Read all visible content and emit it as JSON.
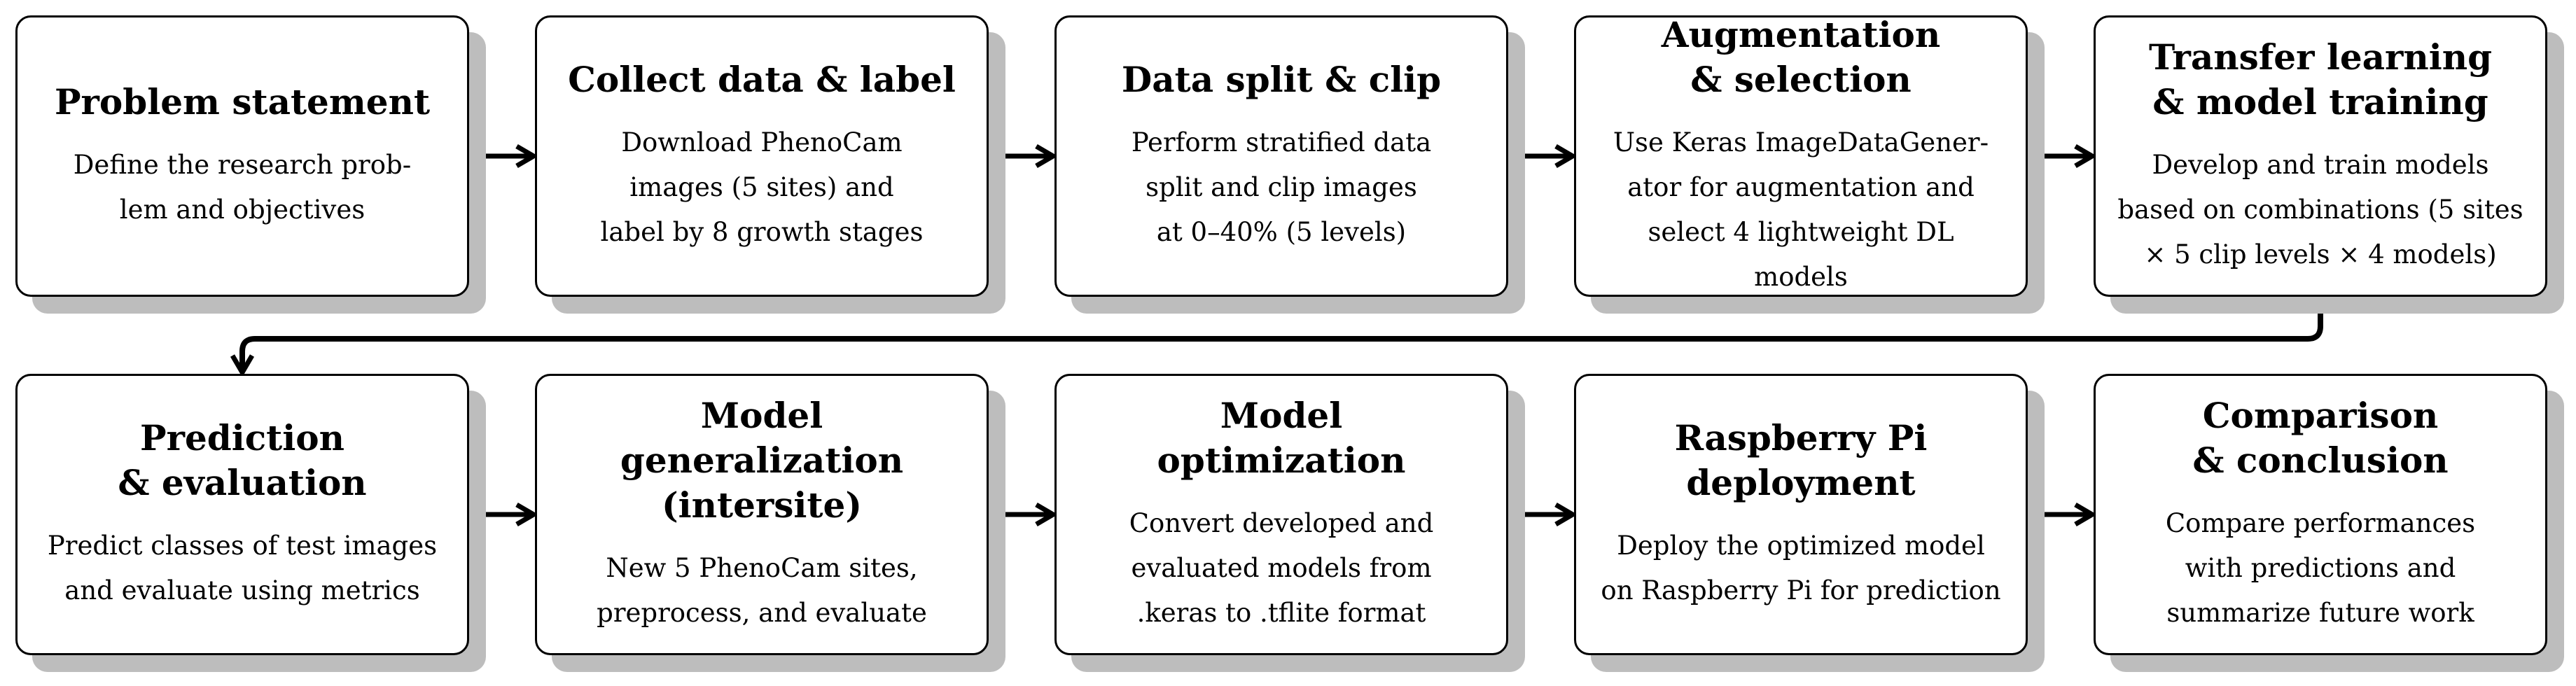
{
  "steps": [
    {
      "title": "Problem statement",
      "desc": "Define the research prob-\nlem and objectives"
    },
    {
      "title": "Collect data & label",
      "desc": "Download PhenoCam\nimages (5 sites) and\nlabel by 8 growth stages"
    },
    {
      "title": "Data split & clip",
      "desc": "Perform stratified data\nsplit and clip images\nat 0–40% (5 levels)"
    },
    {
      "title": "Augmentation\n& selection",
      "desc": "Use Keras ImageDataGener-\nator for augmentation and\nselect 4 lightweight DL models"
    },
    {
      "title": "Transfer learning\n& model training",
      "desc": "Develop and train models\nbased on combinations (5 sites\n× 5 clip levels × 4 models)"
    },
    {
      "title": "Prediction\n& evaluation",
      "desc": "Predict classes of test images\nand evaluate using metrics"
    },
    {
      "title": "Model\ngeneralization\n(intersite)",
      "desc": "New 5 PhenoCam sites,\npreprocess, and evaluate"
    },
    {
      "title": "Model\noptimization",
      "desc": "Convert developed and\nevaluated models from\n.keras to .tflite format"
    },
    {
      "title": "Raspberry Pi\ndeployment",
      "desc": "Deploy the optimized model\non Raspberry Pi for prediction"
    },
    {
      "title": "Comparison\n& conclusion",
      "desc": "Compare performances\nwith predictions and\nsummarize future work"
    }
  ],
  "colors": {
    "box_border": "#000000",
    "shadow": "#bdbdbd",
    "arrow": "#000000"
  }
}
